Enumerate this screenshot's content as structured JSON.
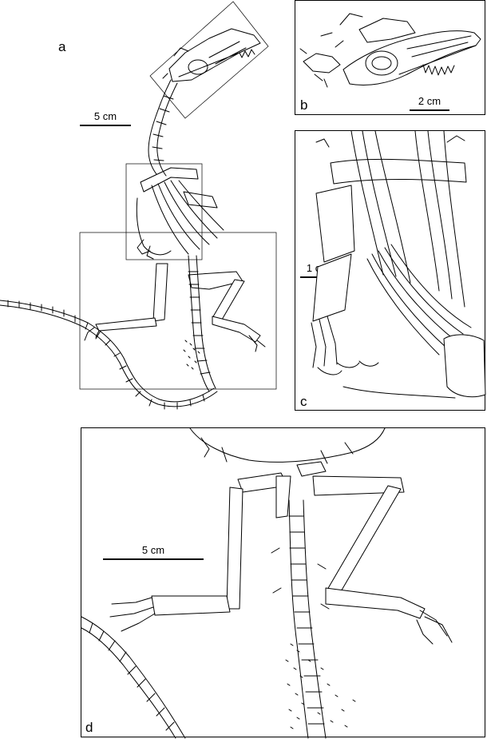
{
  "figure": {
    "panel_a": {
      "label": "a",
      "scale_label": "5 cm"
    },
    "panel_b": {
      "label": "b",
      "scale_label": "2 cm"
    },
    "panel_c": {
      "label": "c",
      "scale_label": "1 cm"
    },
    "panel_d": {
      "label": "d",
      "scale_label": "5 cm"
    }
  },
  "style": {
    "line_color": "#000000",
    "background": "#ffffff"
  }
}
